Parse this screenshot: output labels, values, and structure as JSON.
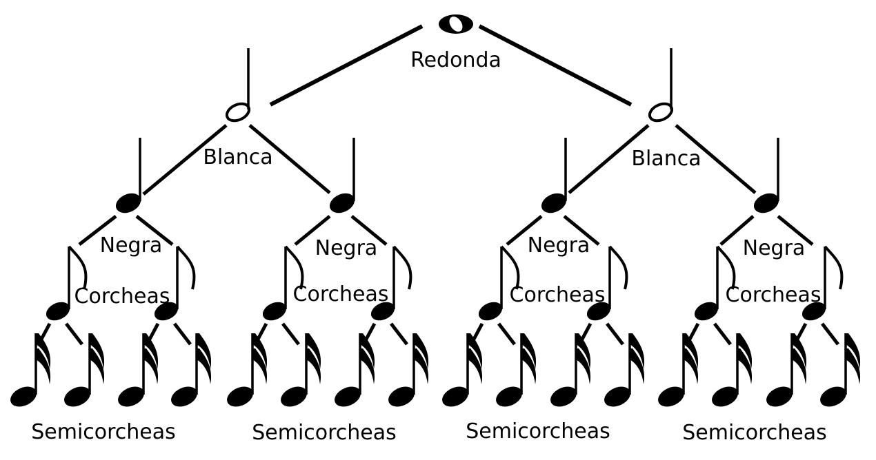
{
  "root_label": "Redonda",
  "half_labels": [
    "Blanca",
    "Blanca"
  ],
  "quarter_labels": [
    "Negra",
    "Negra",
    "Negra",
    "Negra"
  ],
  "eighth_labels": [
    "Corcheas",
    "Corcheas",
    "Corcheas",
    "Corcheas"
  ],
  "sixteenth_labels": [
    "Semicorcheas",
    "Semicorcheas",
    "Semicorcheas",
    "Semicorcheas"
  ],
  "colors": {
    "ink": "#000000",
    "background": "#ffffff"
  }
}
